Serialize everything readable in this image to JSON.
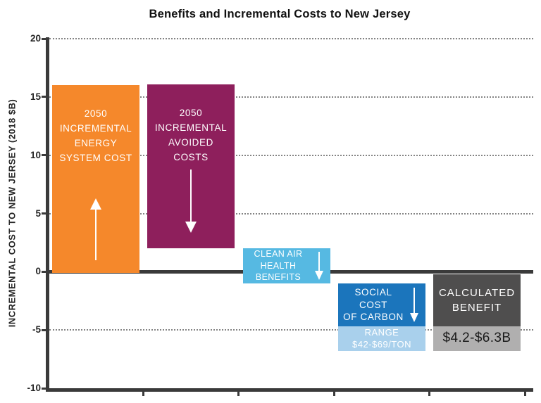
{
  "chart_data": {
    "type": "bar",
    "subtype": "floating-waterfall",
    "title": "Benefits and Incremental Costs to New Jersey",
    "ylabel": "INCREMENTAL COST TO NEW JERSEY (2018 $B)",
    "ylim": [
      -10,
      20
    ],
    "yticks": [
      20,
      15,
      10,
      5,
      0,
      -5,
      -10
    ],
    "grid": "dotted horizontal gridlines at 20, 15, 10, 5, -5; solid heavy line at 0; heavy axis at -10",
    "legend": "none",
    "categories": [
      "2050 Incremental Energy System Cost",
      "2050 Incremental Avoided Costs",
      "Clean Air Health Benefits",
      "Social Cost of Carbon",
      "Calculated Benefit"
    ],
    "bars": [
      {
        "name": "energy-system-cost",
        "label": "2050\nINCREMENTAL\nENERGY\nSYSTEM COST",
        "from": 0,
        "to": 16,
        "color": "#F5882B",
        "text_color": "#FFFFFF",
        "arrow": "up"
      },
      {
        "name": "avoided-costs",
        "label": "2050\nINCREMENTAL\nAVOIDED\nCOSTS",
        "from": 16.1,
        "to": 2,
        "color": "#8E1F5C",
        "text_color": "#FFFFFF",
        "arrow": "down"
      },
      {
        "name": "clean-air-health-benefits",
        "label": "CLEAN AIR\nHEALTH\nBENEFITS",
        "from": 2,
        "to": -1,
        "color": "#56B9E2",
        "text_color": "#FFFFFF",
        "arrow": "down-right"
      },
      {
        "name": "social-cost-of-carbon",
        "label": "SOCIAL COST\nOF CARBON",
        "from": -1,
        "to": -4.7,
        "color": "#1B75BC",
        "text_color": "#FFFFFF",
        "arrow": "down-right",
        "sub": {
          "label": "RANGE\n$42-$69/TON",
          "from": -4.7,
          "to": -6.8,
          "color": "#A9D0EC",
          "text_color": "#FFFFFF"
        }
      },
      {
        "name": "calculated-benefit",
        "label": "CALCULATED\nBENEFIT",
        "from": 0,
        "to": -4.7,
        "color": "#4F4E4E",
        "text_color": "#FFFFFF",
        "arrow": "none",
        "sub": {
          "label": "$4.2-$6.3B",
          "from": -4.7,
          "to": -6.8,
          "color": "#B0AFAF",
          "text_color": "#1A1A1A"
        }
      }
    ]
  },
  "colors": {
    "background": "#FFFFFF",
    "axis": "#3A3A3A",
    "grid_dots": "#848484",
    "title_text": "#101010",
    "bar_orange": "#F5882B",
    "bar_magenta": "#8E1F5C",
    "bar_light_blue": "#56B9E2",
    "bar_blue": "#1B75BC",
    "bar_pale_blue": "#A9D0EC",
    "bar_dark_gray": "#4F4E4E",
    "bar_light_gray": "#B0AFAF"
  }
}
